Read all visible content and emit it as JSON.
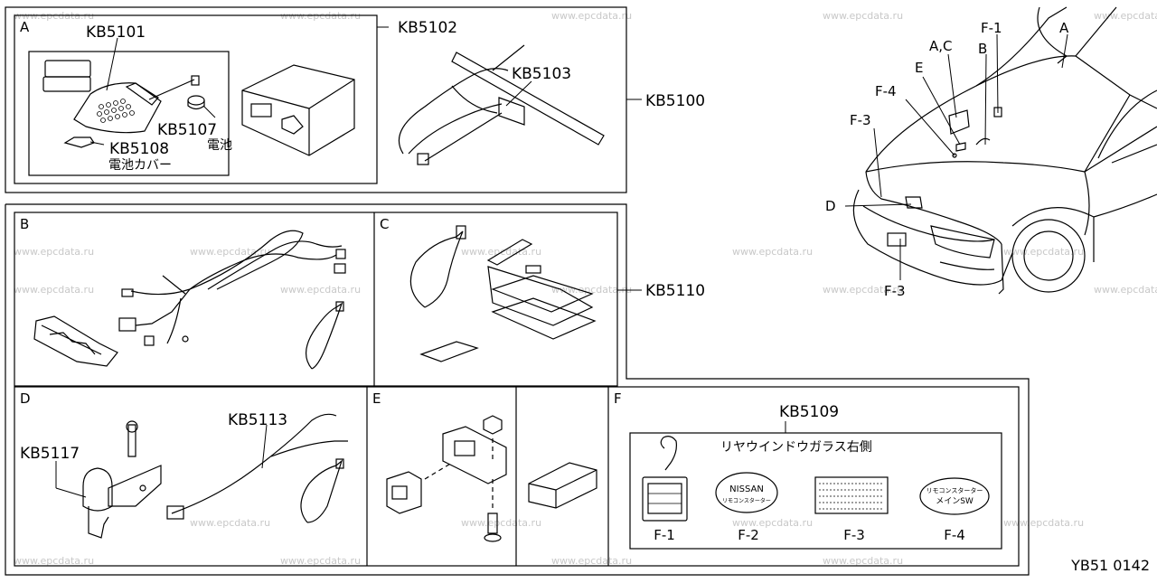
{
  "watermark": "www.epcdata.ru",
  "section_letters": [
    "A",
    "B",
    "C",
    "D",
    "E",
    "F"
  ],
  "callouts": {
    "a": "A",
    "b": "B",
    "ac": "A,C",
    "d": "D",
    "e": "E",
    "f1": "F-1",
    "f3_top": "F-3",
    "f3_bottom": "F-3",
    "f4": "F-4"
  },
  "parts": {
    "kb5100": "KB5100",
    "kb5101": "KB5101",
    "kb5102": "KB5102",
    "kb5103": "KB5103",
    "kb5107": "KB5107",
    "kb5107_desc": "電池",
    "kb5108": "KB5108",
    "kb5108_desc": "電池カバー",
    "kb5109": "KB5109",
    "kb5110": "KB5110",
    "kb5113": "KB5113",
    "kb5117": "KB5117"
  },
  "f_panel": {
    "title": "リヤウインドウガラス右側",
    "labels": [
      "F-1",
      "F-2",
      "F-3",
      "F-4"
    ],
    "nissan_text": "NISSAN",
    "nissan_sub": "リモコンスターター",
    "f4_line1": "リモコンスターター",
    "f4_line2": "メインSW"
  },
  "diagram_id": "YB51 0142"
}
